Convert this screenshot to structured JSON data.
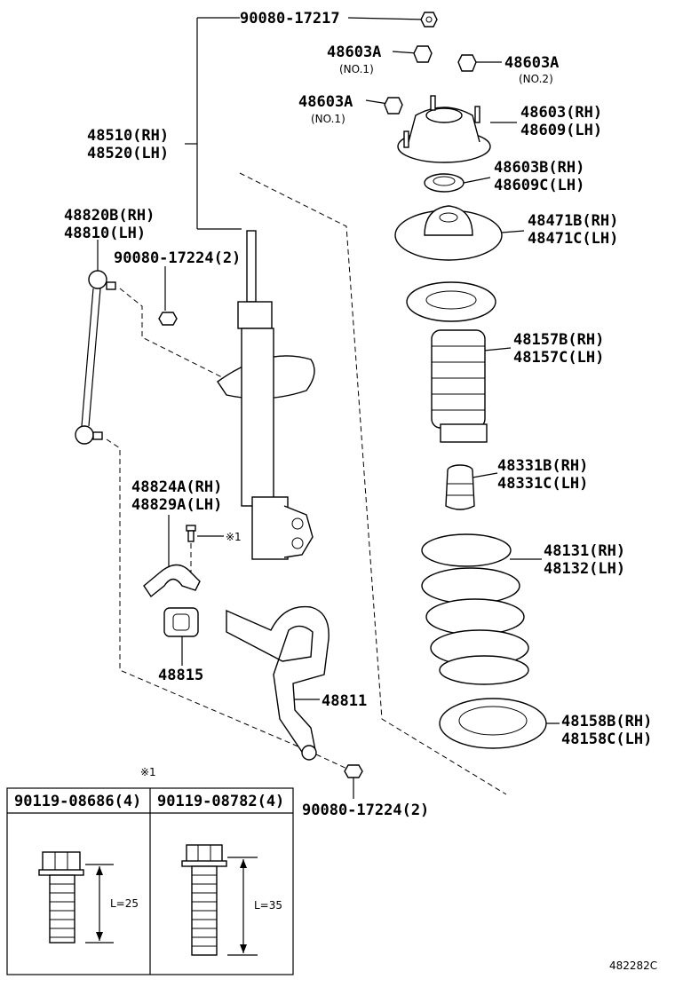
{
  "callouts": {
    "nut_top": "90080-17217",
    "nut_no1_a": {
      "part": "48603A",
      "note": "(NO.1)"
    },
    "nut_no2": {
      "part": "48603A",
      "note": "(NO.2)"
    },
    "nut_no1_b": {
      "part": "48603A",
      "note": "(NO.1)"
    },
    "mount": {
      "rh": "48603(RH)",
      "lh": "48609(LH)"
    },
    "bearing": {
      "rh": "48603B(RH)",
      "lh": "48609C(LH)"
    },
    "upper_seat": {
      "rh": "48471B(RH)",
      "lh": "48471C(LH)"
    },
    "strut": {
      "rh": "48510(RH)",
      "lh": "48520(LH)"
    },
    "link": {
      "rh": "48820B(RH)",
      "lh": "48810(LH)"
    },
    "link_nut": "90080-17224(2)",
    "boot": {
      "rh": "48157B(RH)",
      "lh": "48157C(LH)"
    },
    "bumper": {
      "rh": "48331B(RH)",
      "lh": "48331C(LH)"
    },
    "bracket": {
      "rh": "48824A(RH)",
      "lh": "48829A(LH)"
    },
    "bolt_ref": "※1",
    "spring": {
      "rh": "48131(RH)",
      "lh": "48132(LH)"
    },
    "bushing": "48815",
    "stabilizer": "48811",
    "lower_insulator": {
      "rh": "48158B(RH)",
      "lh": "48158C(LH)"
    },
    "stab_nut": "90080-17224(2)"
  },
  "bolt_table": {
    "ref": "※1",
    "columns": [
      {
        "header": "90119-08686(4)",
        "length": "L=25"
      },
      {
        "header": "90119-08782(4)",
        "length": "L=35"
      }
    ]
  },
  "drawing_id": "482282C"
}
